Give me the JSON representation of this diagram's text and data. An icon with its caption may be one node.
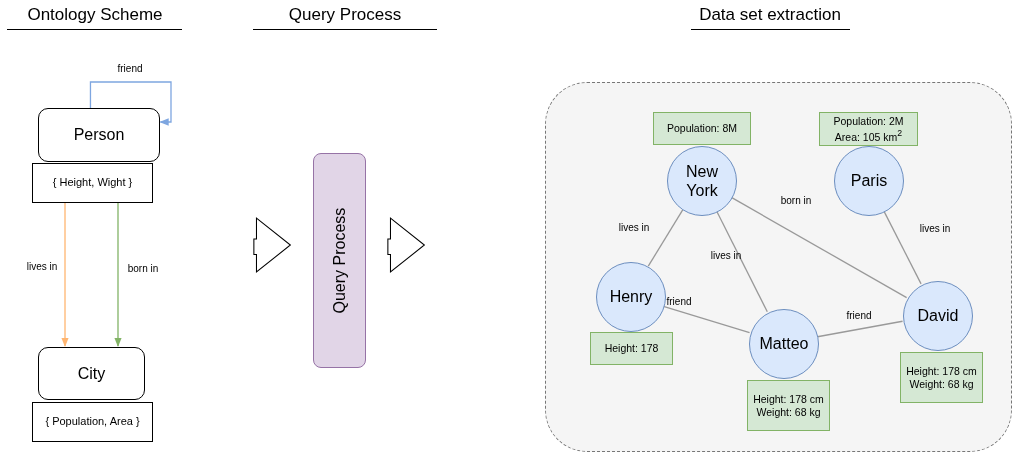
{
  "diagram": {
    "nodes": [
      {
        "text": [
          "Person"
        ]
      },
      {
        "text": [
          "{ Height, Wight }"
        ]
      },
      {
        "text": [
          "City"
        ]
      },
      {
        "text": [
          "{ Population, Area }"
        ]
      },
      {
        "text": [],
        "shape": "arrow"
      },
      {
        "text": [
          "Query Process"
        ]
      },
      {
        "text": [],
        "shape": "arrow"
      },
      {
        "text": [],
        "shape": "box"
      },
      {
        "text": [
          "Population: 8M"
        ],
        "in": 7
      },
      {
        "text": [
          "New York"
        ],
        "in": 7
      },
      {
        "text": [
          "Population: 2M",
          "Area: 105 km$^{2}$"
        ],
        "in": 7
      },
      {
        "text": [
          "Paris"
        ],
        "in": 7
      },
      {
        "text": [
          "Henry"
        ],
        "in": 7
      },
      {
        "text": [
          "Height: 178"
        ],
        "in": 7
      },
      {
        "text": [
          "Matteo"
        ],
        "in": 7
      },
      {
        "text": [
          "Height: 178 cm",
          "Weight: 68 kg"
        ],
        "in": 7
      },
      {
        "text": [
          "David"
        ],
        "in": 7
      },
      {
        "text": [
          "Height: 178 cm",
          "Weight: 68 kg"
        ],
        "in": 7
      }
    ],
    "edges": [
      {
        "from": 0,
        "to": 0,
        "label": "friend",
        "arrow": "to",
        "color": "#7ea6e0"
      },
      {
        "from": 1,
        "to": 2,
        "label": "lives in",
        "arrow": "to",
        "color": "#ffb570"
      },
      {
        "from": 1,
        "to": 2,
        "label": "born in",
        "arrow": "to",
        "color": "#82b366"
      },
      {
        "from": 12,
        "to": 9,
        "label": "lives in",
        "arrow": "none"
      },
      {
        "from": 14,
        "to": 9,
        "label": "lives in",
        "arrow": "none"
      },
      {
        "from": 16,
        "to": 9,
        "label": "born in",
        "arrow": "none"
      },
      {
        "from": 16,
        "to": 11,
        "label": "lives in",
        "arrow": "none"
      },
      {
        "from": 12,
        "to": 14,
        "label": "friend",
        "arrow": "none"
      },
      {
        "from": 14,
        "to": 16,
        "label": "friend",
        "arrow": "none"
      }
    ],
    "labels": [
      "Ontology Scheme",
      "Query Process",
      "Data set extraction"
    ]
  }
}
